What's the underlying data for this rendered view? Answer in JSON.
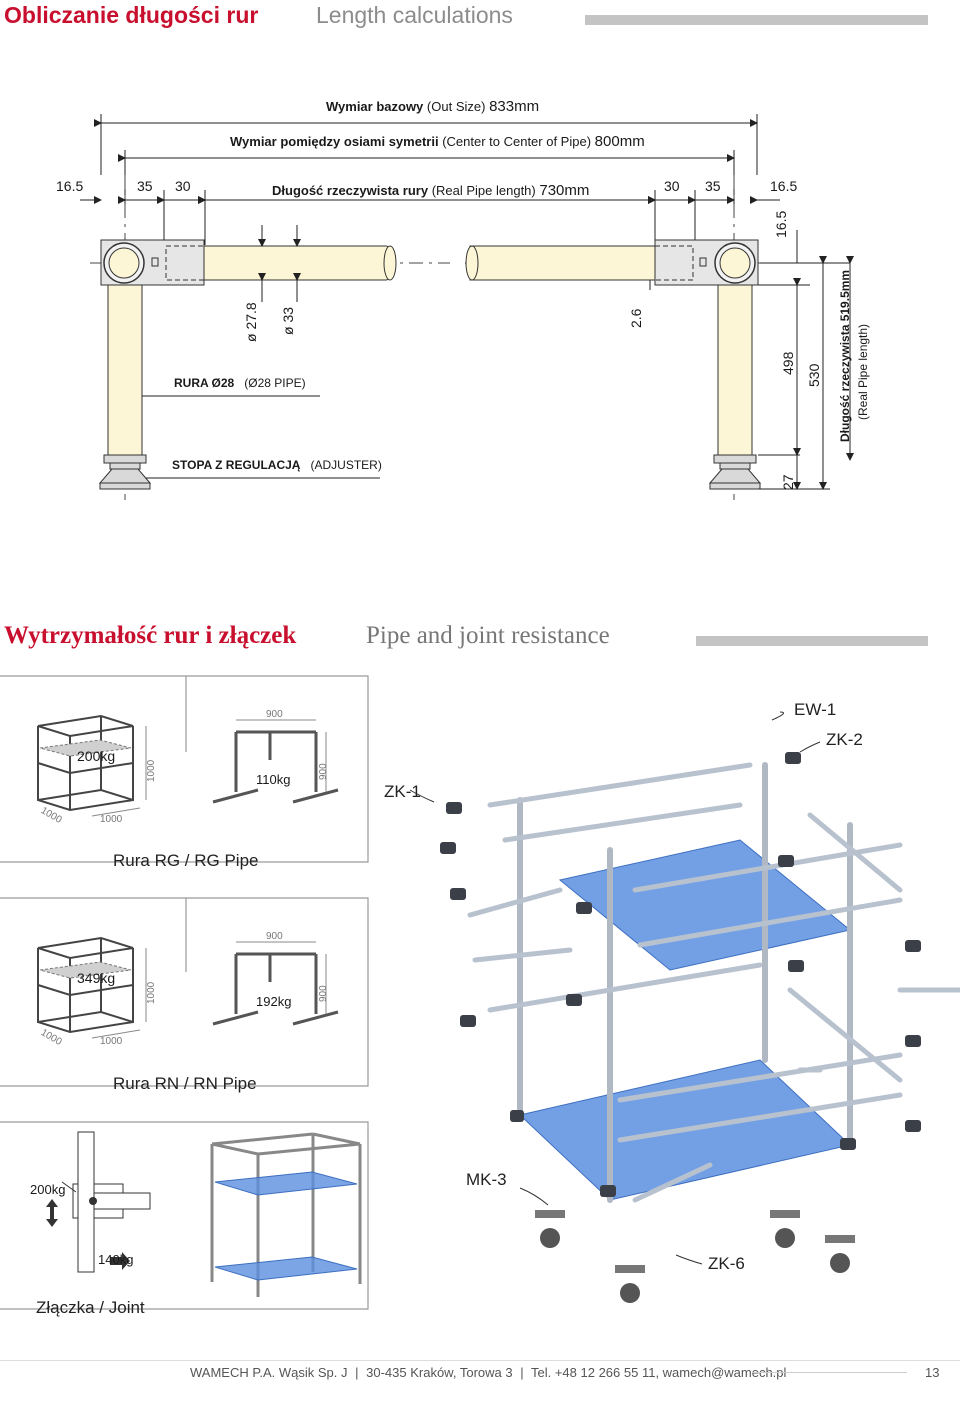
{
  "section1": {
    "title_pl": "Obliczanie długości rur",
    "title_en": "Length calculations"
  },
  "drawing1": {
    "out_size_pl": "Wymiar bazowy",
    "out_size_en": "(Out Size)",
    "out_size_val": "833mm",
    "center_pl": "Wymiar pomiędzy osiami symetrii",
    "center_en": "(Center to Center of Pipe)",
    "center_val": "800mm",
    "real_pl": "Długość rzeczywista rury",
    "real_en": "(Real Pipe length)",
    "real_val": "730mm",
    "d_16_5_left": "16.5",
    "d_35_left": "35",
    "d_30_left": "30",
    "d_30_right": "30",
    "d_35_right": "35",
    "d_16_5_right": "16.5",
    "d_16_5_vert": "16.5",
    "d_27_8": "ø 27.8",
    "d_33": "ø 33",
    "d_2_6": "2.6",
    "pipe_label_pl": "RURA Ø28",
    "pipe_label_en": "(Ø28 PIPE)",
    "adjuster_pl": "STOPA Z REGULACJĄ",
    "adjuster_en": "(ADJUSTER)",
    "d_498": "498",
    "d_530": "530",
    "d_27": "27",
    "vert_real_pl": "Długość rzeczywista 519.5mm",
    "vert_real_en": "(Real Pipe length)"
  },
  "section2": {
    "title_pl": "Wytrzymałość rur i złączek",
    "title_en": "Pipe and joint resistance"
  },
  "panel_rg": {
    "cube_load": "200kg",
    "dim_1000_h": "1000",
    "dim_1000_w": "1000",
    "dim_1000_d": "1000",
    "frame_top": "900",
    "frame_side": "900",
    "frame_load": "110kg",
    "caption": "Rura RG / RG Pipe"
  },
  "panel_rn": {
    "cube_load": "349kg",
    "dim_1000_h": "1000",
    "dim_1000_w": "1000",
    "dim_1000_d": "1000",
    "frame_top": "900",
    "frame_side": "900",
    "frame_load": "192kg",
    "caption": "Rura RN / RN Pipe"
  },
  "panel_joint": {
    "load_vertical": "200kg",
    "load_horizontal": "140kg",
    "caption": "Złączka / Joint"
  },
  "exploded": {
    "ew1": "EW-1",
    "zk2": "ZK-2",
    "zk1": "ZK-1",
    "mk3": "MK-3",
    "zk6": "ZK-6"
  },
  "footer": {
    "company": "WAMECH P.A. Wąsik Sp. J",
    "address": "30-435 Kraków, Torowa 3",
    "contact": "Tel. +48 12 266 55 11, wamech@wamech.pl",
    "page_number": "13"
  },
  "colors": {
    "accent_red": "#c8102e",
    "heading_grey": "#8c8c8c",
    "pipe_fill": "#fdf6d6",
    "shelf_blue": "#5b8fe0"
  }
}
